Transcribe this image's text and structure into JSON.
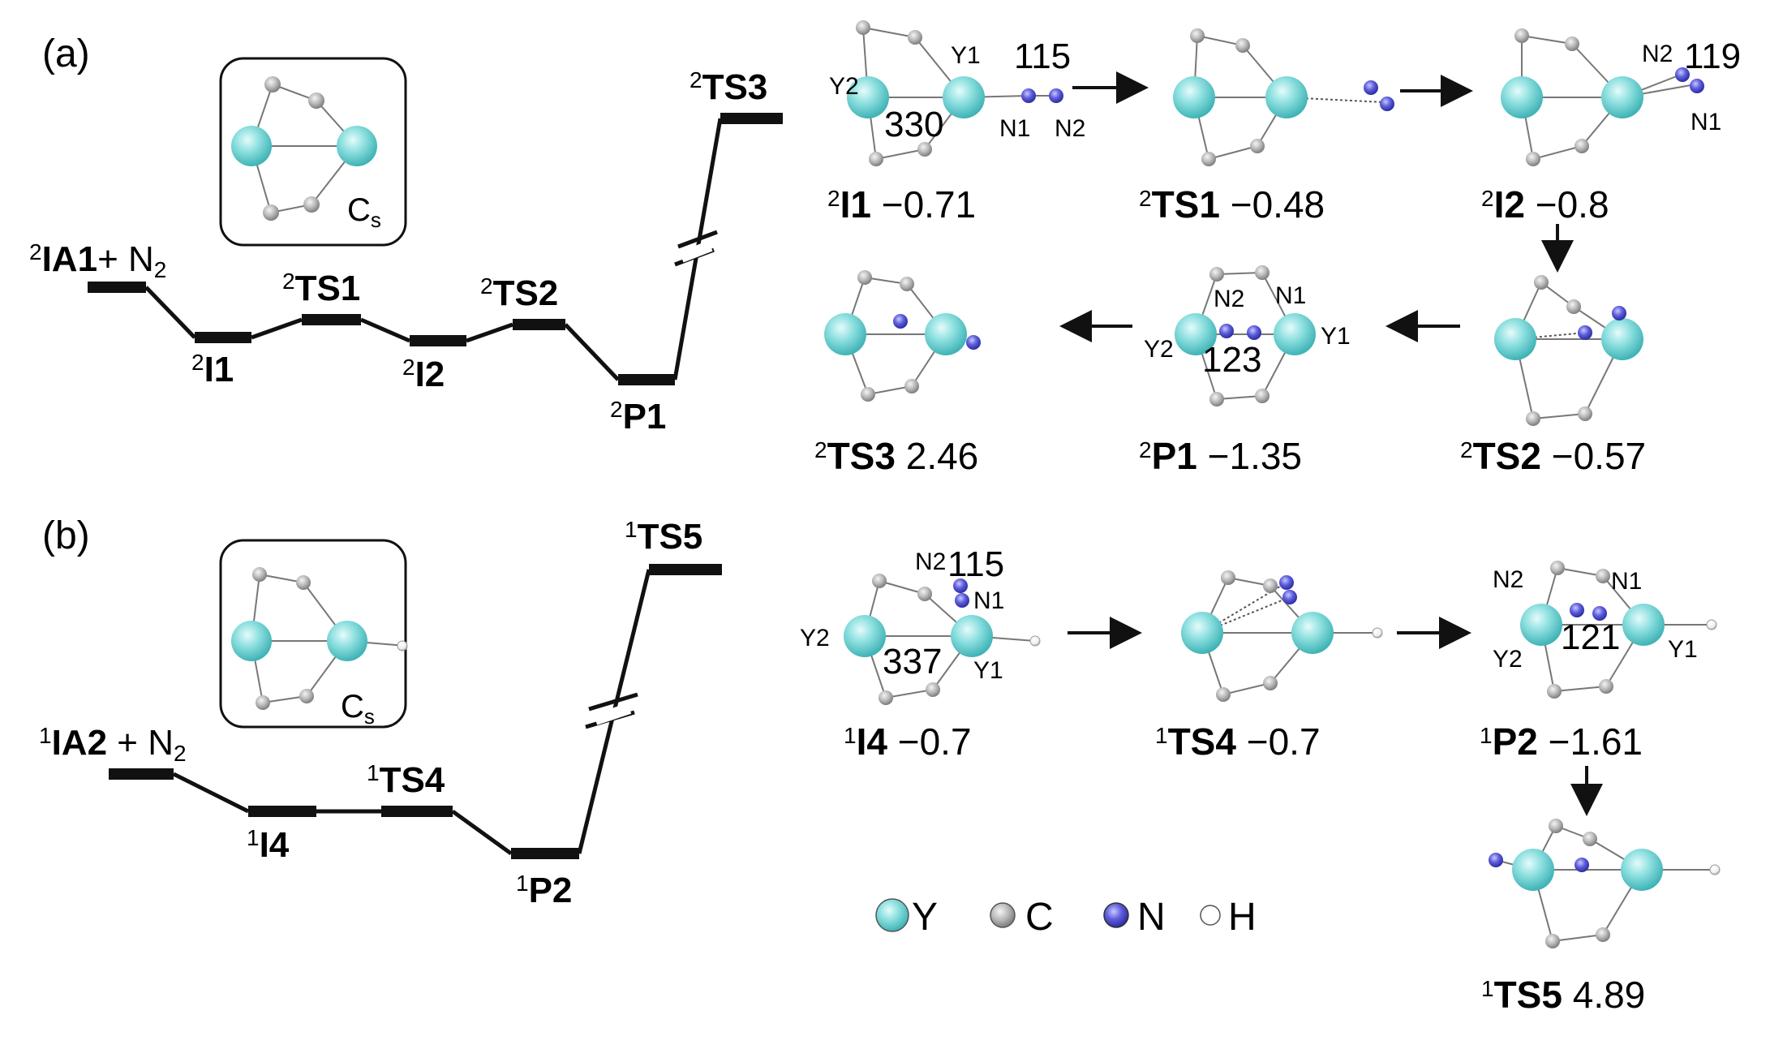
{
  "panels": {
    "a": {
      "label": "(a)",
      "symmetry": "C",
      "symmetry_sub": "s",
      "pes": {
        "start": {
          "sup": "2",
          "name": "IA1",
          "plus": "+ N",
          "sub": "2"
        },
        "levels": [
          {
            "sup": "2",
            "name": "I1"
          },
          {
            "sup": "2",
            "name": "TS1"
          },
          {
            "sup": "2",
            "name": "I2"
          },
          {
            "sup": "2",
            "name": "TS2"
          },
          {
            "sup": "2",
            "name": "P1"
          },
          {
            "sup": "2",
            "name": "TS3"
          }
        ]
      },
      "structures": [
        {
          "sup": "2",
          "name": "I1",
          "energy": "−0.71"
        },
        {
          "sup": "2",
          "name": "TS1",
          "energy": "−0.48"
        },
        {
          "sup": "2",
          "name": "I2",
          "energy": "−0.8"
        },
        {
          "sup": "2",
          "name": "TS2",
          "energy": "−0.57"
        },
        {
          "sup": "2",
          "name": "P1",
          "energy": "−1.35"
        },
        {
          "sup": "2",
          "name": "TS3",
          "energy": "2.46"
        }
      ],
      "annotations": {
        "i1_y1": "Y1",
        "i1_y2": "Y2",
        "i1_n1": "N1",
        "i1_n2": "N2",
        "i1_angle_a": "115",
        "i1_angle_b": "330",
        "i2_n1": "N1",
        "i2_n2": "N2",
        "i2_angle": "119",
        "p1_n1": "N1",
        "p1_n2": "N2",
        "p1_y1": "Y1",
        "p1_y2": "Y2",
        "p1_angle": "123"
      }
    },
    "b": {
      "label": "(b)",
      "symmetry": "C",
      "symmetry_sub": "s",
      "pes": {
        "start": {
          "sup": "1",
          "name": "IA2",
          "plus": "+ N",
          "sub": "2"
        },
        "levels": [
          {
            "sup": "1",
            "name": "I4"
          },
          {
            "sup": "1",
            "name": "TS4"
          },
          {
            "sup": "1",
            "name": "P2"
          },
          {
            "sup": "1",
            "name": "TS5"
          }
        ]
      },
      "structures": [
        {
          "sup": "1",
          "name": "I4",
          "energy": "−0.7"
        },
        {
          "sup": "1",
          "name": "TS4",
          "energy": "−0.7"
        },
        {
          "sup": "1",
          "name": "P2",
          "energy": "−1.61"
        },
        {
          "sup": "1",
          "name": "TS5",
          "energy": "4.89"
        }
      ],
      "annotations": {
        "i4_n1": "N1",
        "i4_n2": "N2",
        "i4_y1": "Y1",
        "i4_y2": "Y2",
        "i4_angle_a": "115",
        "i4_angle_b": "337",
        "p2_n1": "N1",
        "p2_n2": "N2",
        "p2_y1": "Y1",
        "p2_y2": "Y2",
        "p2_angle": "121"
      }
    }
  },
  "legend": [
    {
      "symbol": "Y",
      "color": "#7fd6d6"
    },
    {
      "symbol": "C",
      "color": "#b8b8b8"
    },
    {
      "symbol": "N",
      "color": "#6a6ae0"
    },
    {
      "symbol": "H",
      "color": "#ffffff"
    }
  ],
  "colors": {
    "Y": "#7fd6d6",
    "C": "#b8b8b8",
    "N": "#5a5ad8",
    "H": "#f2f2f2"
  }
}
